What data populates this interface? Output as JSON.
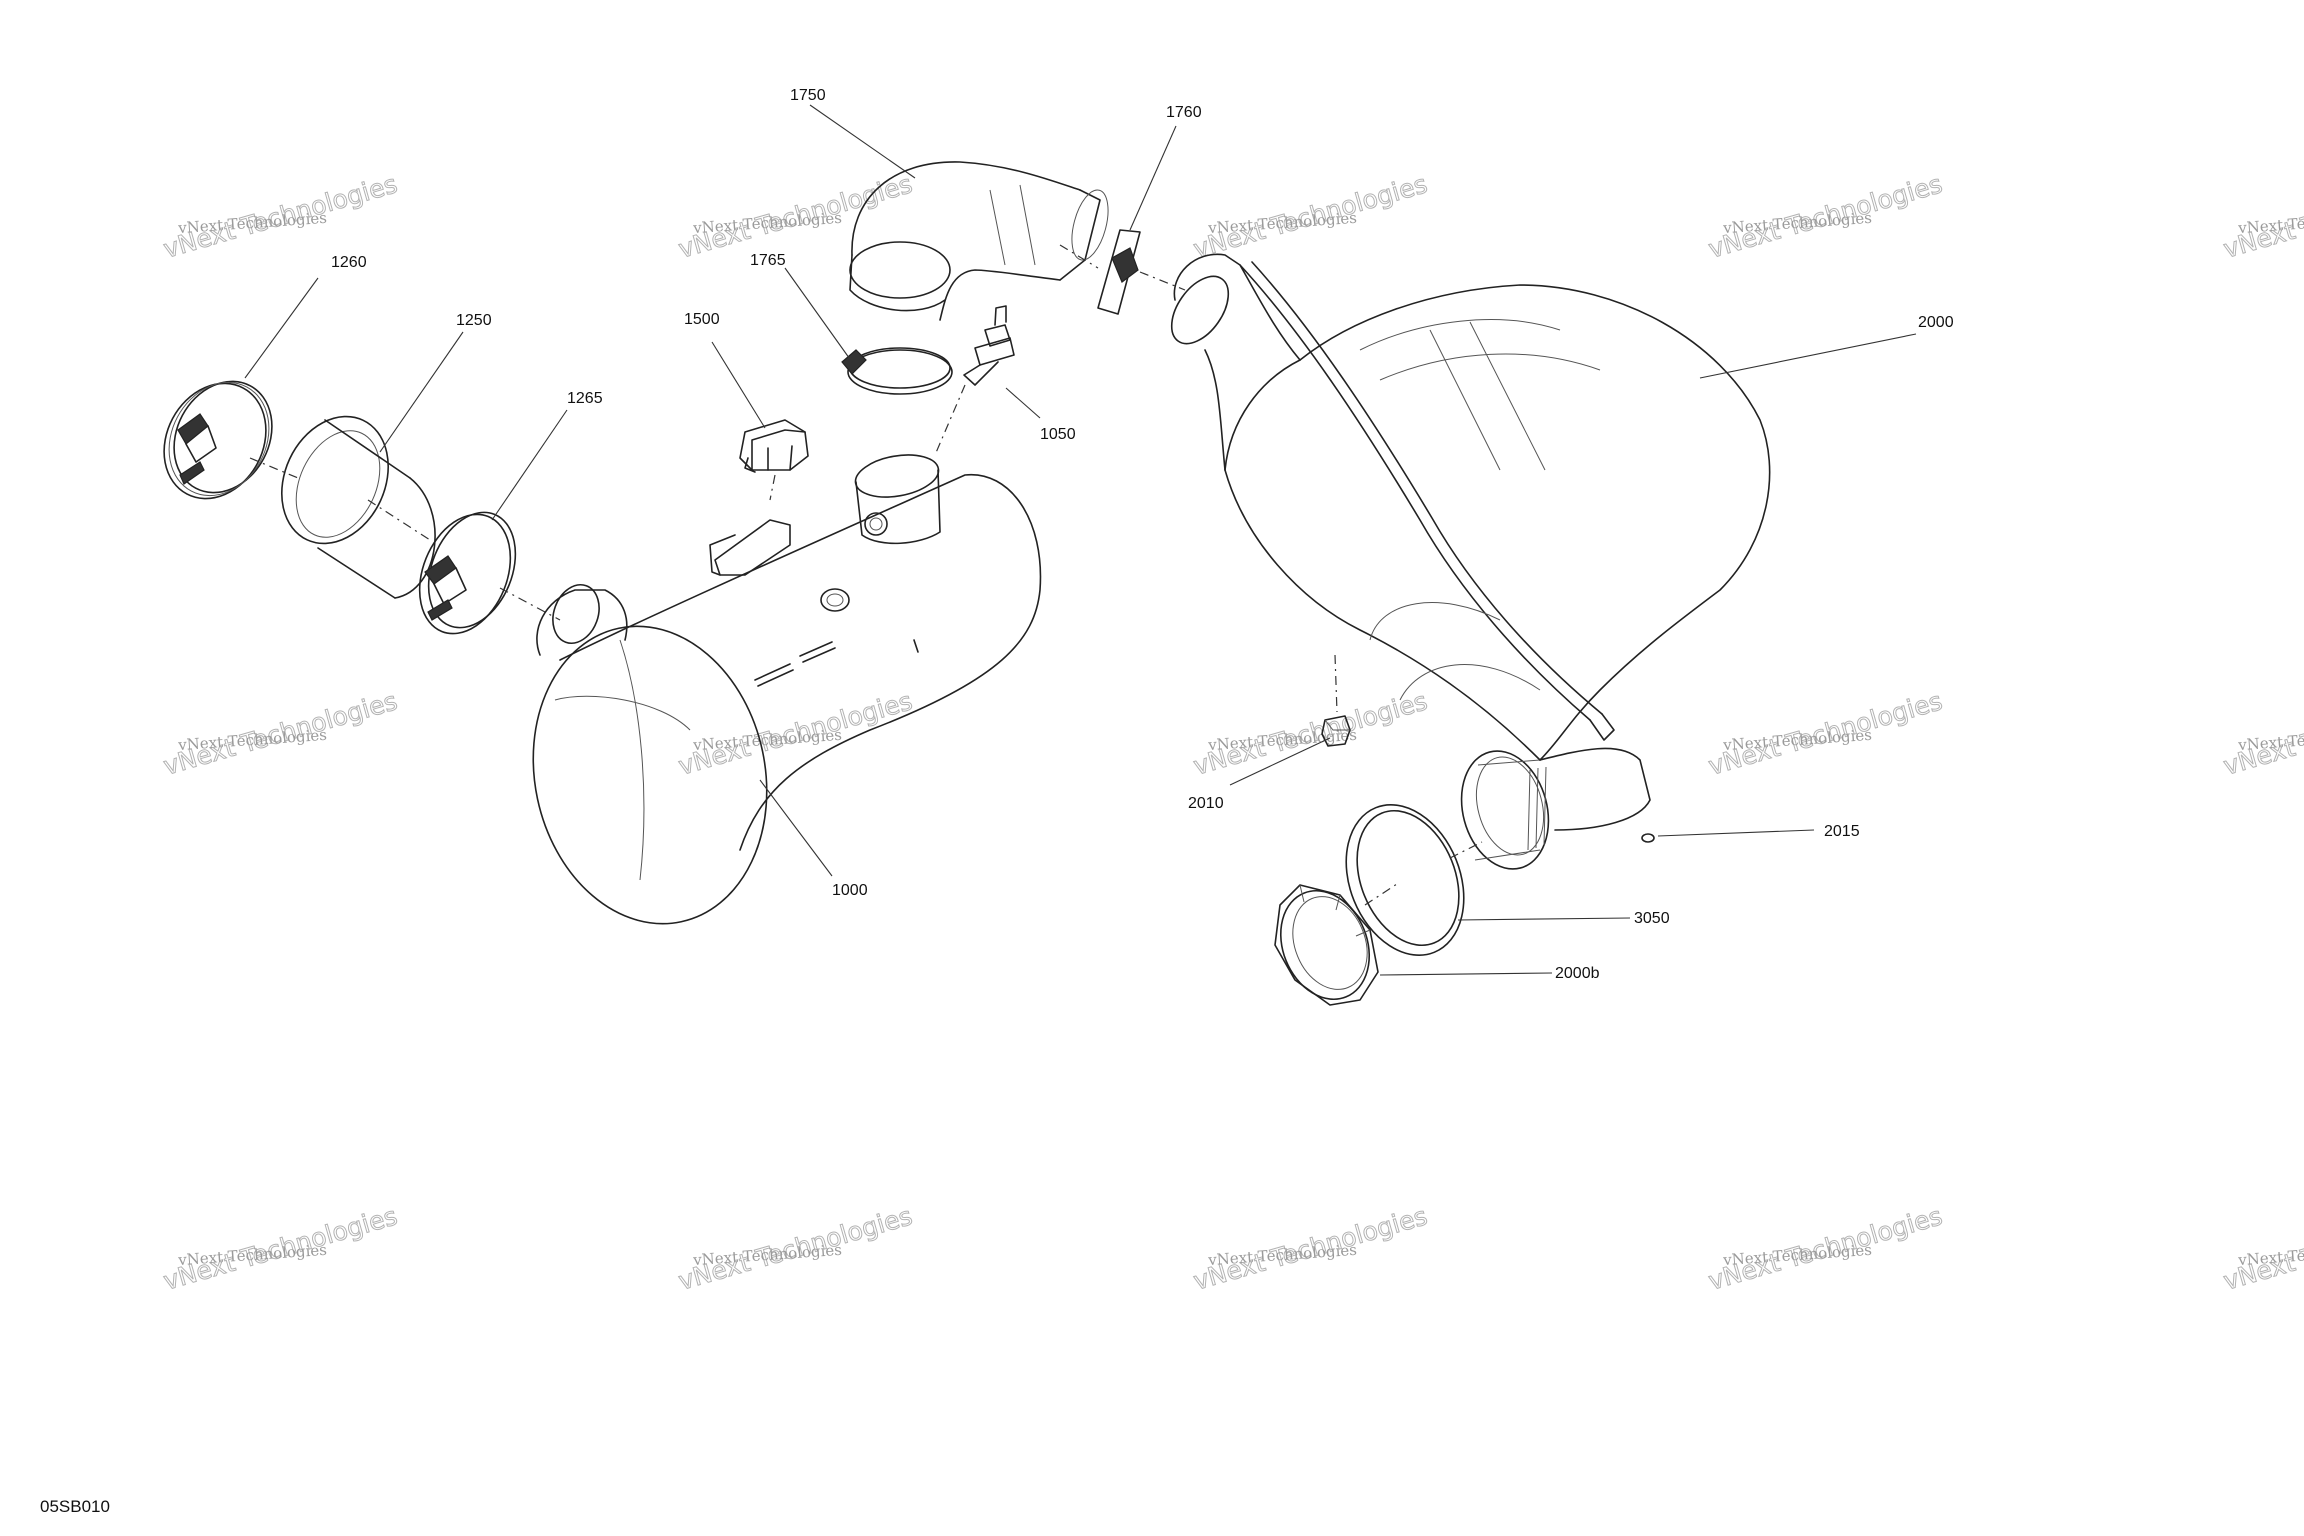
{
  "diagram": {
    "code": "05SB010",
    "parts": [
      {
        "id": "1000",
        "label": "1000"
      },
      {
        "id": "1050",
        "label": "1050"
      },
      {
        "id": "1250",
        "label": "1250"
      },
      {
        "id": "1260",
        "label": "1260"
      },
      {
        "id": "1265",
        "label": "1265"
      },
      {
        "id": "1500",
        "label": "1500"
      },
      {
        "id": "1750",
        "label": "1750"
      },
      {
        "id": "1760",
        "label": "1760"
      },
      {
        "id": "1765",
        "label": "1765"
      },
      {
        "id": "2000",
        "label": "2000"
      },
      {
        "id": "2000b",
        "label": "2000b"
      },
      {
        "id": "2010",
        "label": "2010"
      },
      {
        "id": "2015",
        "label": "2015"
      },
      {
        "id": "3050",
        "label": "3050"
      }
    ]
  },
  "watermark": {
    "line1": "vNext Technologies",
    "line2": "vNext Technologies"
  }
}
